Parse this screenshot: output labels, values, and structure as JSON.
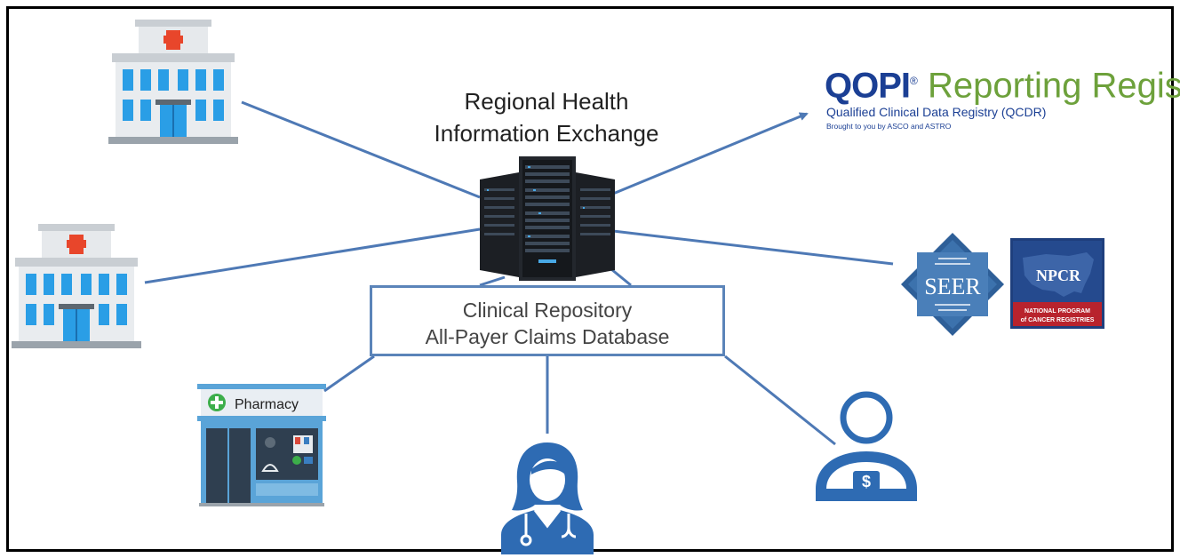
{
  "hub": {
    "title_line1": "Regional Health",
    "title_line2": "Information Exchange"
  },
  "repository": {
    "line1": "Clinical Repository",
    "line2": "All-Payer Claims Database"
  },
  "qopi": {
    "brand_bold": "QOPI",
    "trademark": "®",
    "brand_light": " Reporting Registry",
    "subtitle": "Qualified Clinical Data Registry (QCDR)",
    "tagline": "Brought to you by ASCO and ASTRO"
  },
  "seer": {
    "label": "SEER"
  },
  "npcr": {
    "label": "NPCR",
    "line1": "NATIONAL PROGRAM",
    "line2": "of CANCER REGISTRIES"
  },
  "pharmacy": {
    "label": "Pharmacy"
  },
  "payer": {
    "symbol": "$"
  },
  "colors": {
    "connector": "#4e79b5",
    "icon_blue": "#2e6bb3",
    "qopi_blue": "#1b3f94",
    "qopi_green": "#6da13b",
    "seer_blue": "#2e5f98",
    "npcr_navy": "#1f3f7d",
    "npcr_red": "#b8232d"
  }
}
